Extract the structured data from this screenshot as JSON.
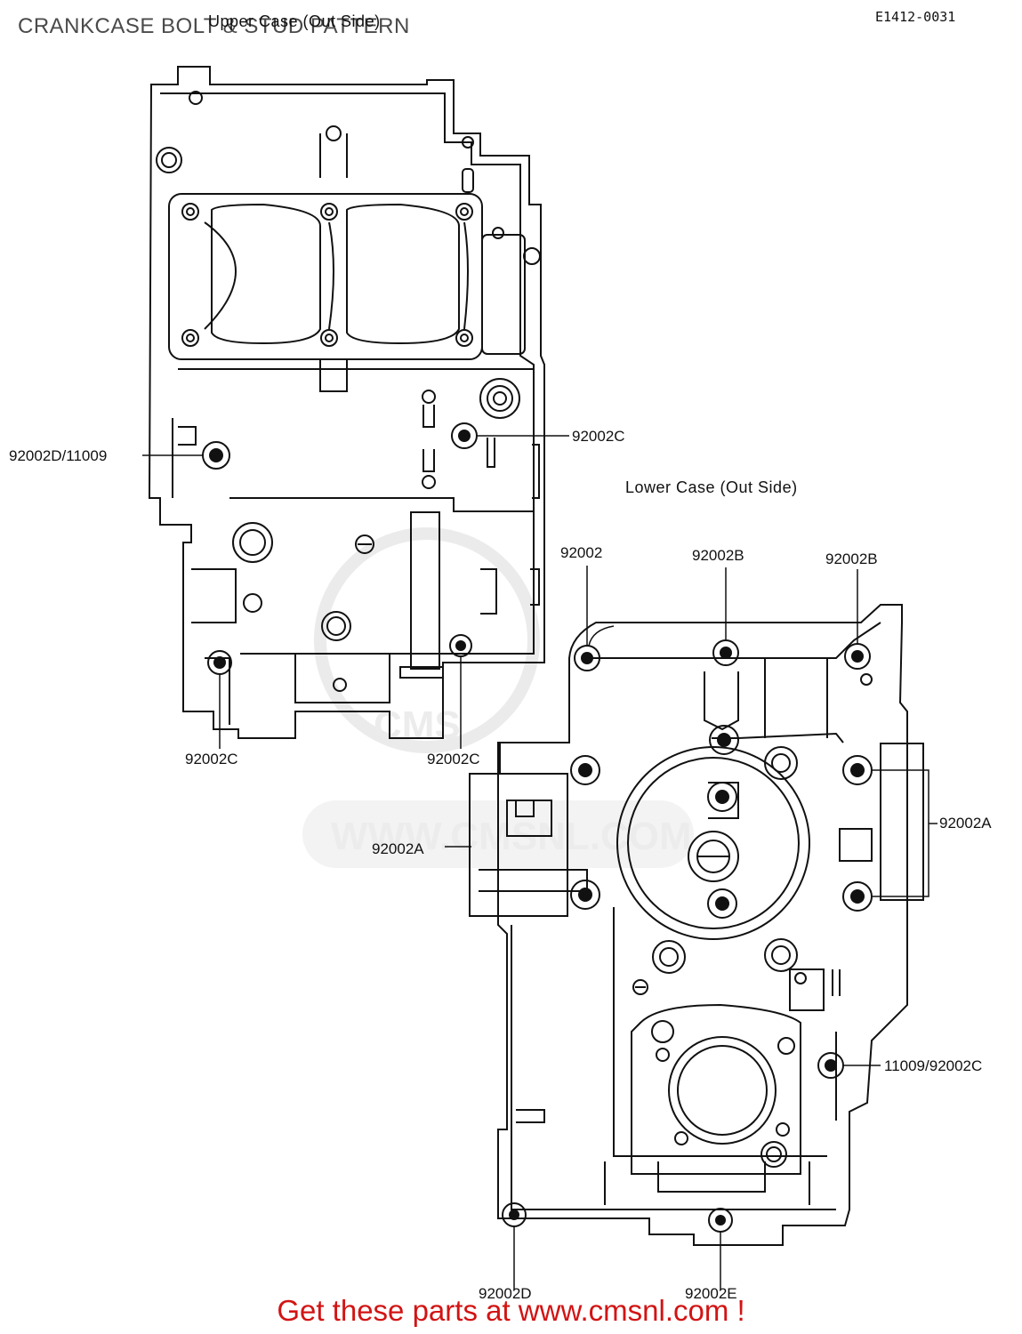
{
  "page": {
    "title": "CRANKCASE BOLT & STUD PATTERN",
    "ref_code": "E1412-0031",
    "footer": "Get these parts at www.cmsnl.com !",
    "watermark": "WWW.CMSNL.COM",
    "watermark_logo": "CMS"
  },
  "views": {
    "upper": "Upper Case (Out Side)",
    "lower": "Lower Case (Out Side)"
  },
  "callouts": [
    {
      "id": "c1",
      "label": "92002C"
    },
    {
      "id": "c2",
      "label": "92002D/11009"
    },
    {
      "id": "c3",
      "label": "92002C"
    },
    {
      "id": "c4",
      "label": "92002C"
    },
    {
      "id": "c5",
      "label": "92002"
    },
    {
      "id": "c6",
      "label": "92002B"
    },
    {
      "id": "c7",
      "label": "92002B"
    },
    {
      "id": "c8",
      "label": "92002A"
    },
    {
      "id": "c9",
      "label": "92002A"
    },
    {
      "id": "c10",
      "label": "11009/92002C"
    },
    {
      "id": "c11",
      "label": "92002D"
    },
    {
      "id": "c12",
      "label": "92002E"
    }
  ],
  "colors": {
    "line": "#111111",
    "footer": "#d21414",
    "watermark": "#e6e6e6"
  }
}
